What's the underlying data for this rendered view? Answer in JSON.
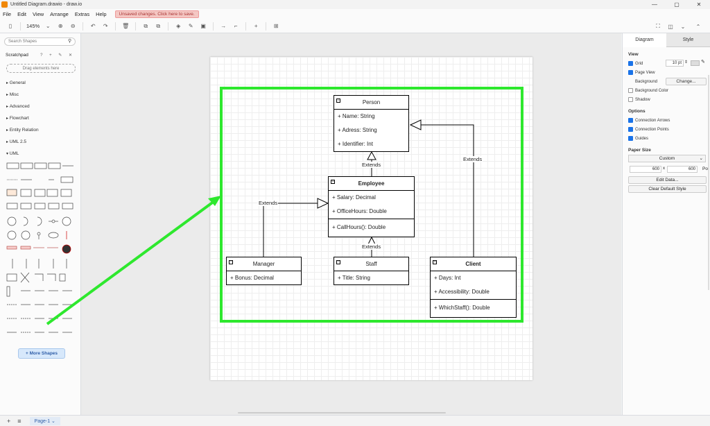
{
  "window": {
    "title": "Untitled Diagram.drawio - draw.io",
    "controls": [
      "—",
      "▢",
      "✕"
    ]
  },
  "menu": {
    "items": [
      "File",
      "Edit",
      "View",
      "Arrange",
      "Extras",
      "Help"
    ],
    "unsaved": "Unsaved changes. Click here to save."
  },
  "toolbar": {
    "zoom": "145%"
  },
  "left_panel": {
    "search_placeholder": "Search Shapes",
    "scratchpad": "Scratchpad",
    "drag_here": "Drag elements here",
    "categories": [
      "General",
      "Misc",
      "Advanced",
      "Flowchart",
      "Entity Relation",
      "UML 2.5",
      "UML"
    ],
    "more_shapes": "+ More Shapes"
  },
  "diagram": {
    "person": {
      "name": "Person",
      "attrs": [
        "+ Name: String",
        "+ Adress: String",
        "+ Identifier: Int"
      ]
    },
    "employee": {
      "name": "Employee",
      "attrs": [
        "+ Salary: Decimal",
        "+ OfficeHours: Double"
      ],
      "methods": [
        "+ CallHours(): Double"
      ]
    },
    "manager": {
      "name": "Manager",
      "attrs": [
        "+ Bonus: Decimal"
      ]
    },
    "staff": {
      "name": "Staff",
      "attrs": [
        "+ Title: String"
      ]
    },
    "client": {
      "name": "Client",
      "attrs": [
        "+ Days: Int",
        "+ Accessibility: Double"
      ],
      "methods": [
        "+ WhichStaff(): Double"
      ]
    },
    "edge_labels": {
      "employee_person": "Extends",
      "client_person": "Extends",
      "manager_employee": "Extends",
      "staff_employee": "Extends"
    },
    "highlight_color": "#2ee82e"
  },
  "right_panel": {
    "tabs": [
      "Diagram",
      "Style"
    ],
    "view_title": "View",
    "grid_label": "Grid",
    "grid_size": "10 pt",
    "page_view_label": "Page View",
    "background_label": "Background",
    "change_button": "Change...",
    "background_color_label": "Background Color",
    "shadow_label": "Shadow",
    "options_title": "Options",
    "connection_arrows_label": "Connection Arrows",
    "connection_points_label": "Connection Points",
    "guides_label": "Guides",
    "paper_size_title": "Paper Size",
    "paper_select": "Custom",
    "width": "600",
    "height": "600",
    "times": "x",
    "unit": "Poi",
    "edit_data": "Edit Data...",
    "clear_style": "Clear Default Style"
  },
  "bottom": {
    "page_tab": "Page-1 ⌄"
  }
}
